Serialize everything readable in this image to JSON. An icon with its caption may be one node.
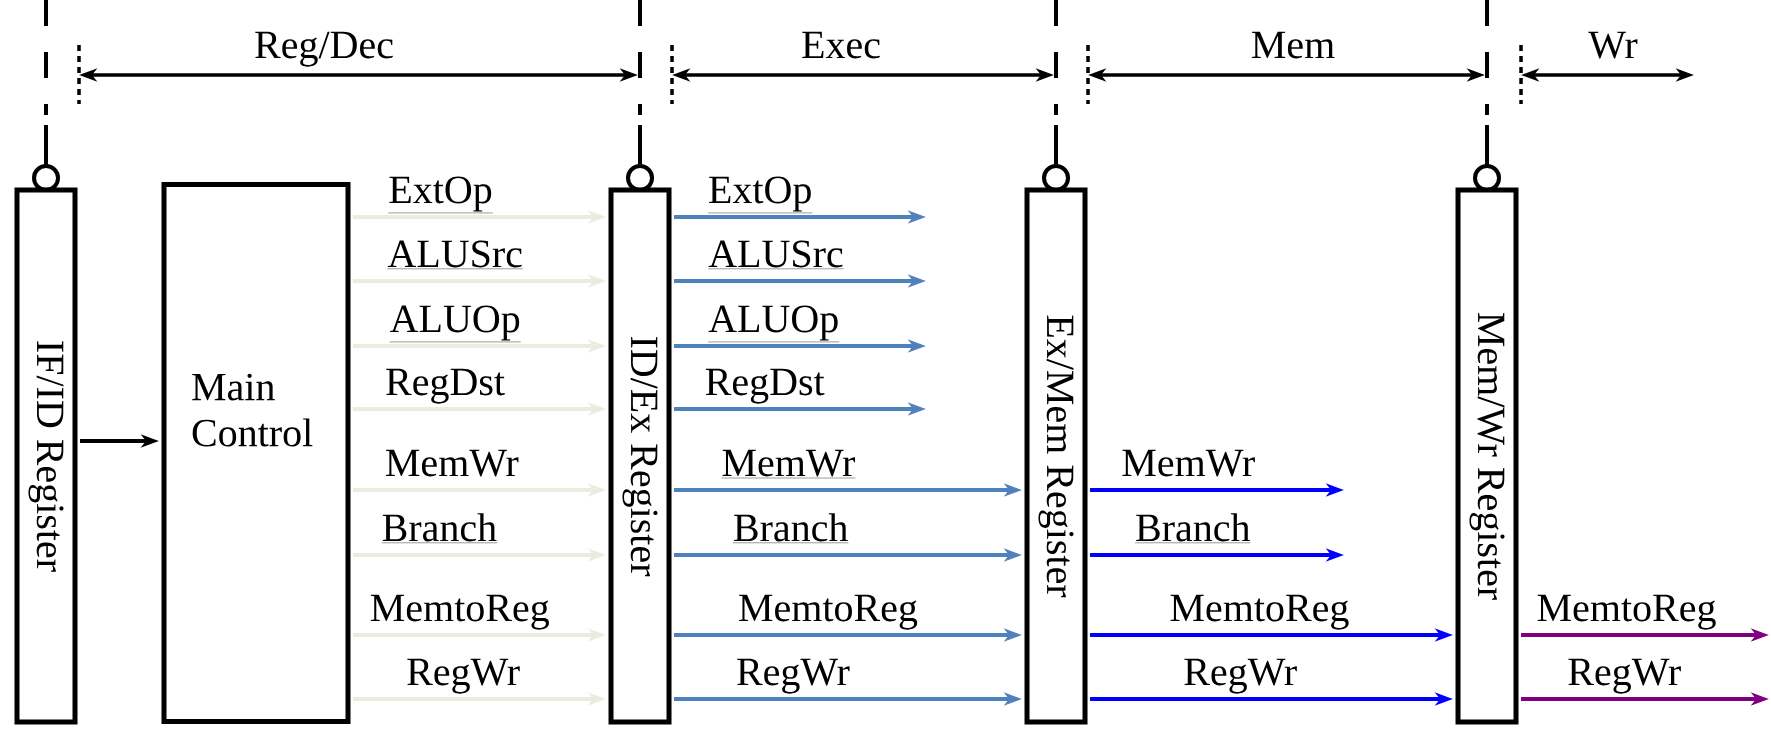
{
  "diagram": {
    "nodes": [
      {
        "text": [
          "IF/ID Register"
        ]
      },
      {
        "text": [
          "Main Control"
        ]
      },
      {
        "text": [
          "ID/Ex Register"
        ]
      },
      {
        "text": [
          "Ex/Mem Register"
        ]
      },
      {
        "text": [
          "Mem/Wr Register"
        ]
      }
    ],
    "edges": [
      {
        "from": 0,
        "to": 1,
        "arrow": "to",
        "color": "#000000"
      },
      {
        "from": 1,
        "to": 2,
        "arrow": "to",
        "label": "ExtOp",
        "color": "#ecebe0"
      },
      {
        "from": 1,
        "to": 2,
        "arrow": "to",
        "label": "ALUSrc",
        "color": "#ecebe0"
      },
      {
        "from": 1,
        "to": 2,
        "arrow": "to",
        "label": "ALUOp",
        "color": "#ecebe0"
      },
      {
        "from": 1,
        "to": 2,
        "arrow": "to",
        "label": "RegDst",
        "color": "#ecebe0"
      },
      {
        "from": 1,
        "to": 2,
        "arrow": "to",
        "label": "MemWr",
        "color": "#ecebe0"
      },
      {
        "from": 1,
        "to": 2,
        "arrow": "to",
        "label": "Branch",
        "color": "#ecebe0"
      },
      {
        "from": 1,
        "to": 2,
        "arrow": "to",
        "label": "MemtoReg",
        "color": "#ecebe0"
      },
      {
        "from": 1,
        "to": 2,
        "arrow": "to",
        "label": "RegWr",
        "color": "#ecebe0"
      },
      {
        "from": 2,
        "to": null,
        "arrow": "to",
        "label": "ExtOp",
        "color": "#4f81bd"
      },
      {
        "from": 2,
        "to": null,
        "arrow": "to",
        "label": "ALUSrc",
        "color": "#4f81bd"
      },
      {
        "from": 2,
        "to": null,
        "arrow": "to",
        "label": "ALUOp",
        "color": "#4f81bd"
      },
      {
        "from": 2,
        "to": null,
        "arrow": "to",
        "label": "RegDst",
        "color": "#4f81bd"
      },
      {
        "from": 2,
        "to": 3,
        "arrow": "to",
        "label": "MemWr",
        "color": "#4f81bd"
      },
      {
        "from": 2,
        "to": 3,
        "arrow": "to",
        "label": "Branch",
        "color": "#4f81bd"
      },
      {
        "from": 2,
        "to": 3,
        "arrow": "to",
        "label": "MemtoReg",
        "color": "#4f81bd"
      },
      {
        "from": 2,
        "to": 3,
        "arrow": "to",
        "label": "RegWr",
        "color": "#4f81bd"
      },
      {
        "from": 3,
        "to": null,
        "arrow": "to",
        "label": "MemWr",
        "color": "#0000ff"
      },
      {
        "from": 3,
        "to": null,
        "arrow": "to",
        "label": "Branch",
        "color": "#0000ff"
      },
      {
        "from": 3,
        "to": 4,
        "arrow": "to",
        "label": "MemtoReg",
        "color": "#0000ff"
      },
      {
        "from": 3,
        "to": 4,
        "arrow": "to",
        "label": "RegWr",
        "color": "#0000ff"
      },
      {
        "from": 4,
        "to": null,
        "arrow": "to",
        "label": "MemtoReg",
        "color": "#800080"
      },
      {
        "from": 4,
        "to": null,
        "arrow": "to",
        "label": "RegWr",
        "color": "#800080"
      }
    ],
    "labels": [
      "Reg/Dec",
      "Exec",
      "Mem",
      "Wr"
    ]
  }
}
